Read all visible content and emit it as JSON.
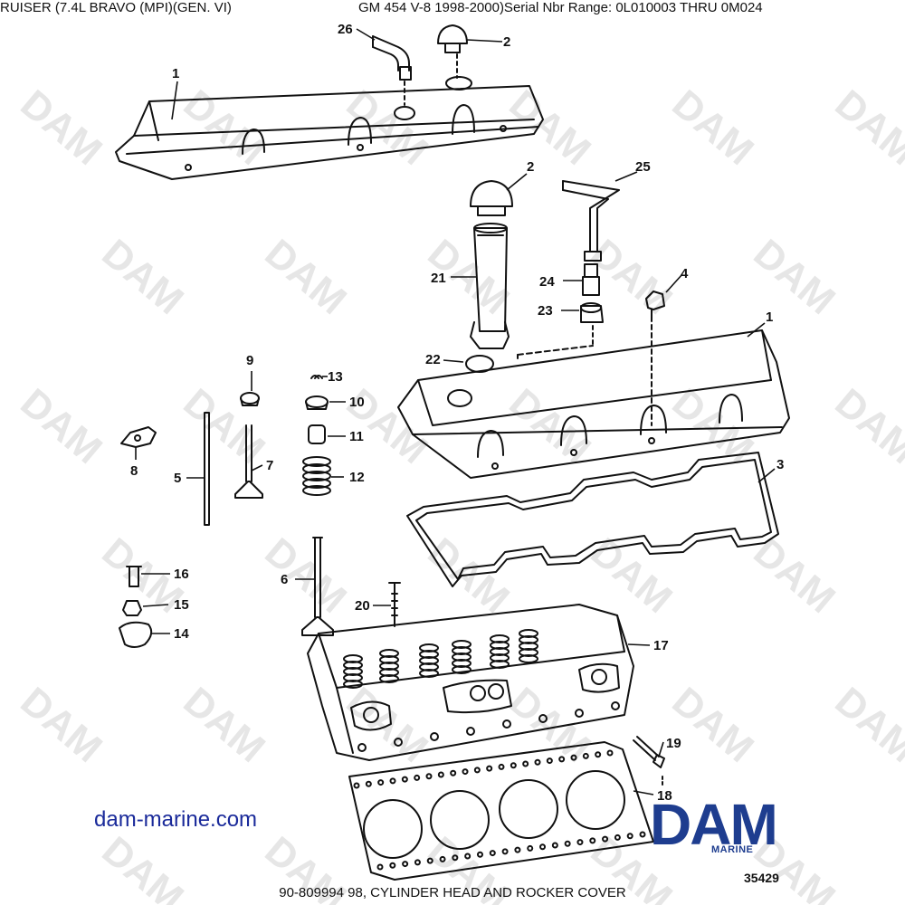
{
  "header": {
    "model": "RUISER (7.4L BRAVO (MPI)(GEN. VI)",
    "engine": "GM 454 V-8 1998-2000)Serial Nbr Range: 0L010003 THRU 0M024"
  },
  "footer": {
    "caption": "90-809994 98, CYLINDER HEAD AND ROCKER COVER"
  },
  "website": "dam-marine.com",
  "logo": {
    "text": "DAM",
    "subtitle": "MARINE",
    "color": "#1e3d8f"
  },
  "figure_number": "35429",
  "watermark": "DAM",
  "callouts": {
    "c1a": "1",
    "c1b": "1",
    "c2a": "2",
    "c2b": "2",
    "c3": "3",
    "c4": "4",
    "c5": "5",
    "c6": "6",
    "c7": "7",
    "c8": "8",
    "c9": "9",
    "c10": "10",
    "c11": "11",
    "c12": "12",
    "c13": "13",
    "c14": "14",
    "c15": "15",
    "c16": "16",
    "c17": "17",
    "c18": "18",
    "c19": "19",
    "c20": "20",
    "c21": "21",
    "c22": "22",
    "c23": "23",
    "c24": "24",
    "c25": "25",
    "c26": "26"
  }
}
